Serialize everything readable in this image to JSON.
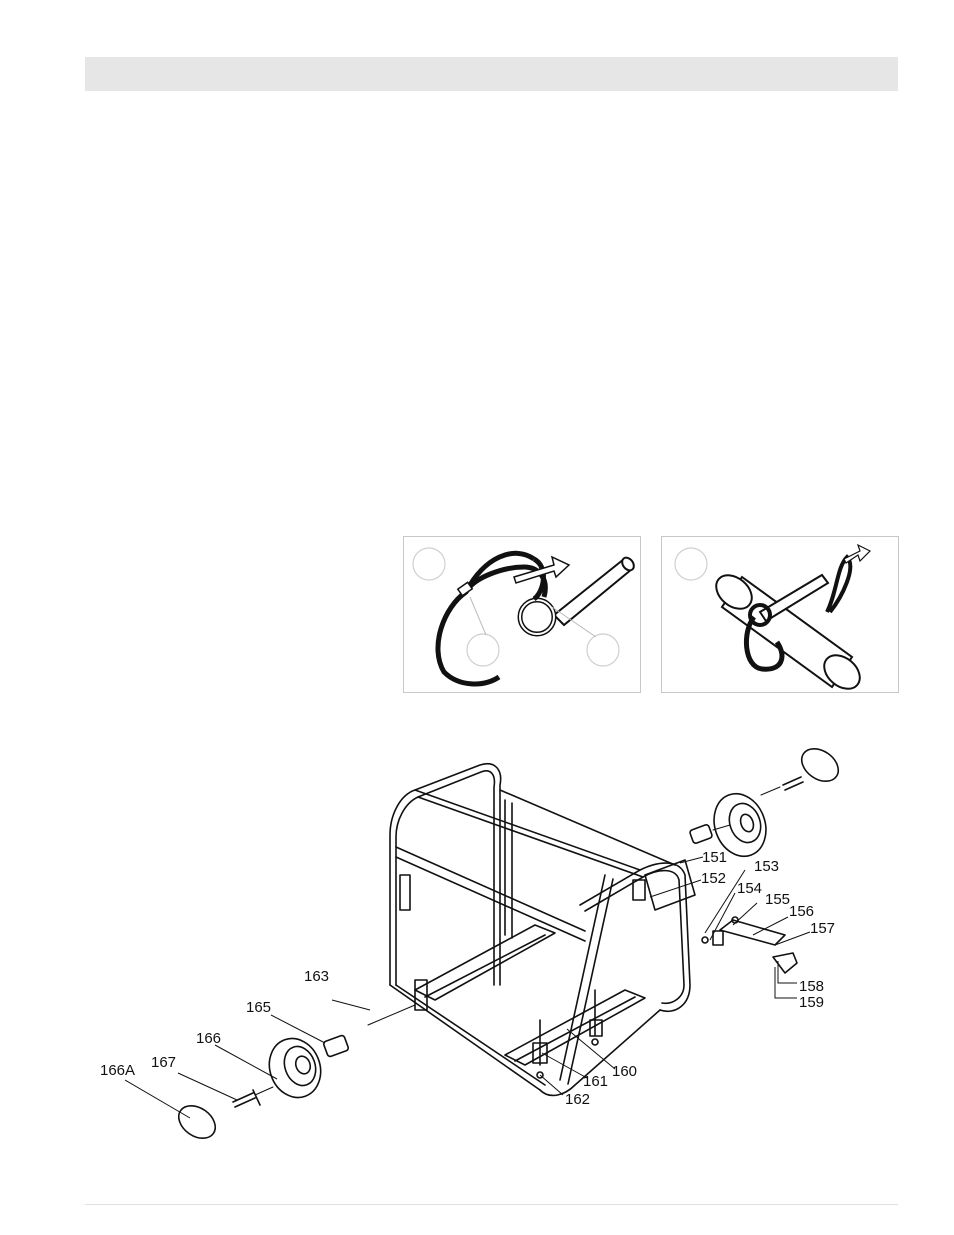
{
  "parts_diagram": {
    "callouts": [
      "151",
      "152",
      "153",
      "154",
      "155",
      "156",
      "157",
      "158",
      "159",
      "160",
      "161",
      "162",
      "163",
      "165",
      "166",
      "166A",
      "167"
    ]
  }
}
